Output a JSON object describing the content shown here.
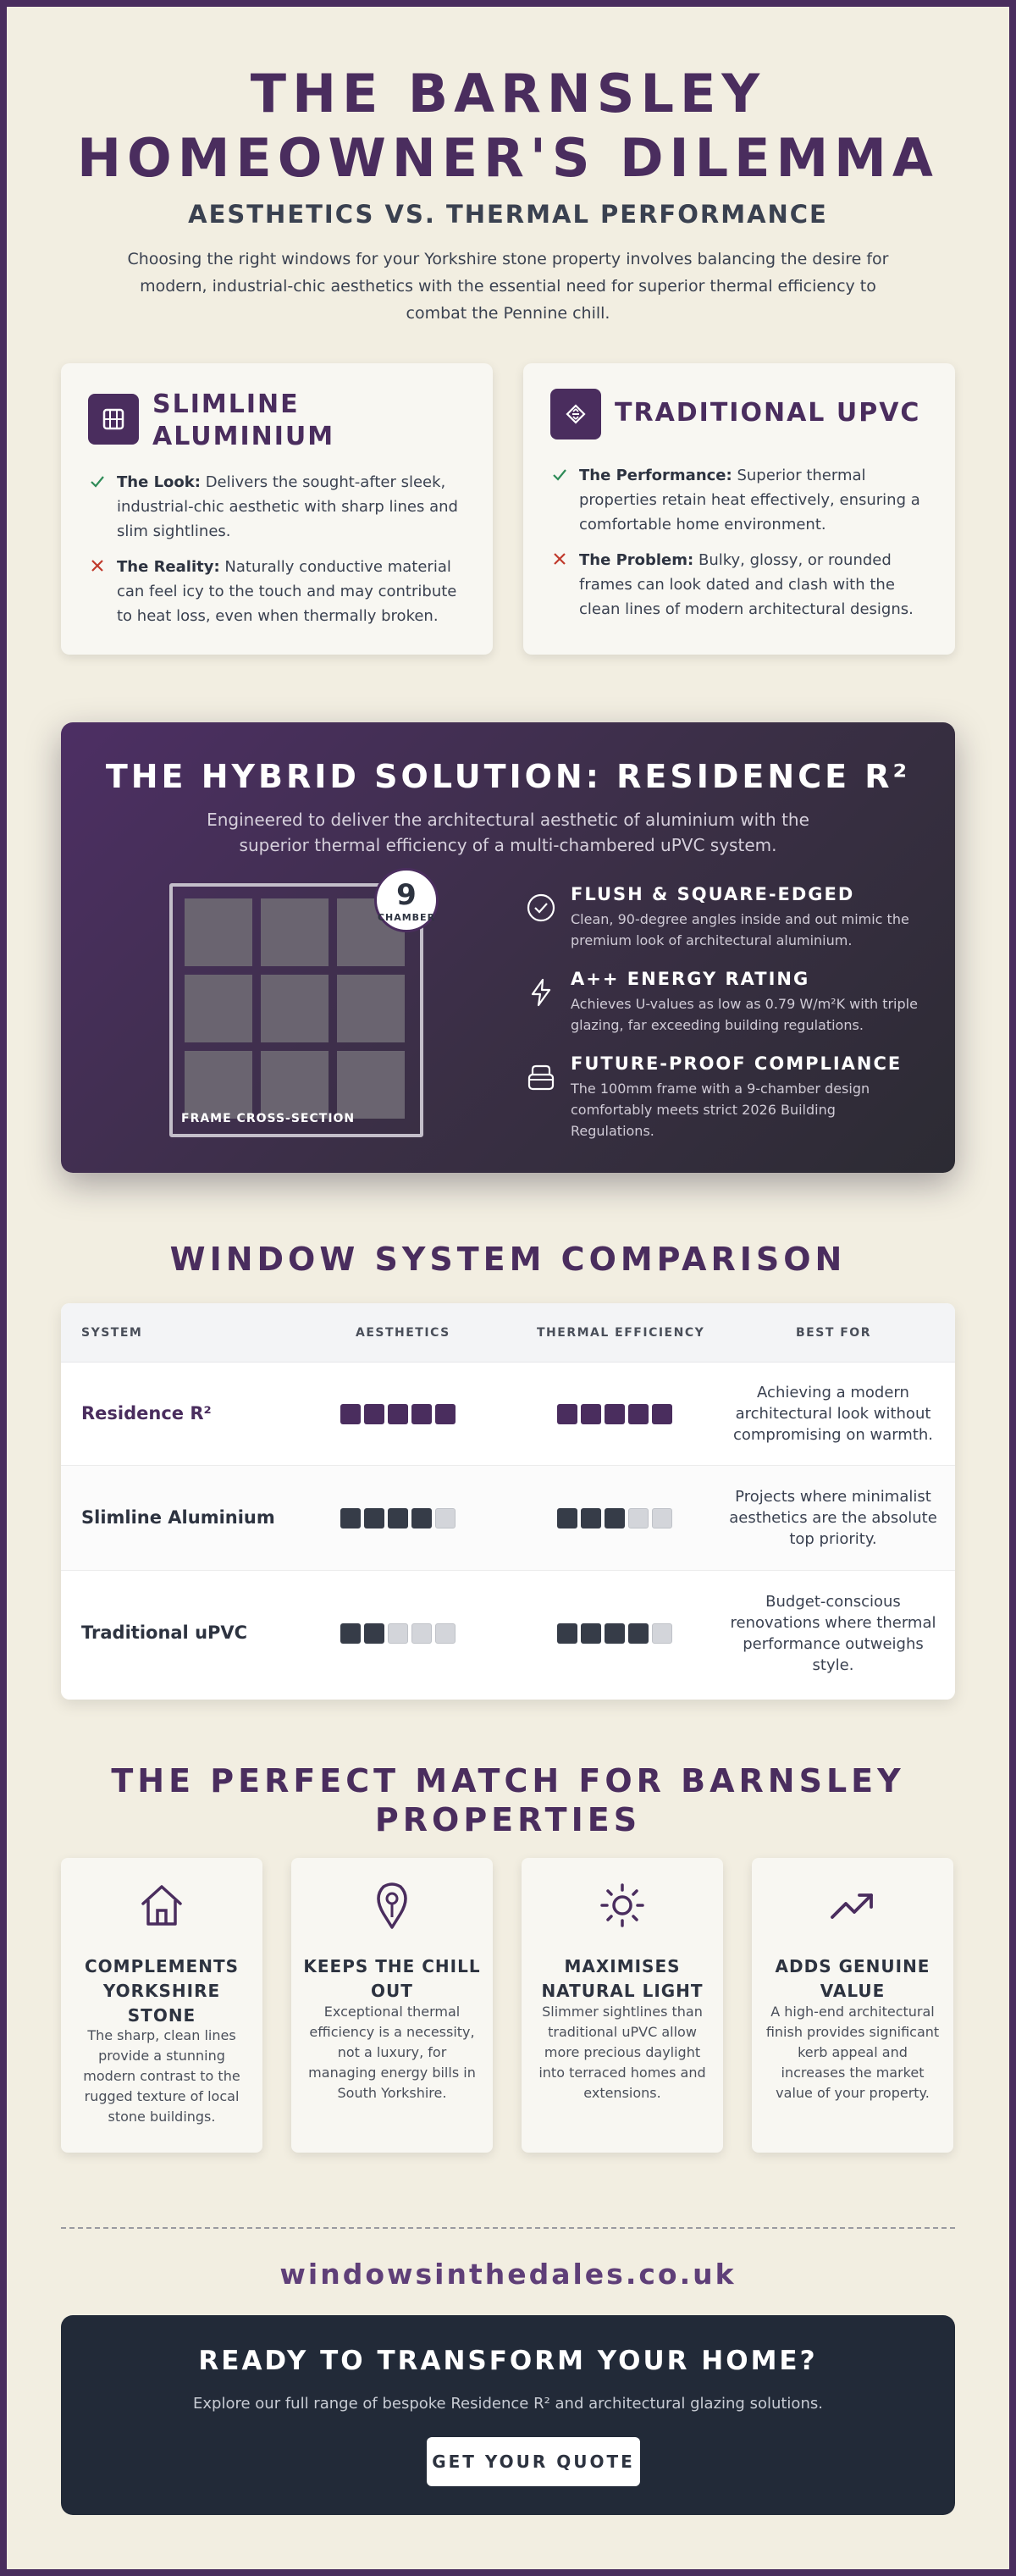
{
  "header": {
    "title_line1": "THE BARNSLEY",
    "title_line2": "HOMEOWNER'S DILEMMA",
    "subtitle": "AESTHETICS VS. THERMAL PERFORMANCE",
    "intro": "Choosing the right windows for your Yorkshire stone property involves balancing the desire for modern, industrial-chic aesthetics with the essential need for superior thermal efficiency to combat the Pennine chill."
  },
  "options": [
    {
      "title": "SLIMLINE ALUMINIUM",
      "icon": "window-frame-icon",
      "rows": [
        {
          "label": "The Look:",
          "text": "Delivers the sought-after sleek, industrial-chic aesthetic with sharp lines and slim sightlines.",
          "status": "check"
        },
        {
          "label": "The Reality:",
          "text": "Naturally conductive material can feel icy to the touch and may contribute to heat loss, even when thermally broken.",
          "status": "cross"
        }
      ]
    },
    {
      "title": "TRADITIONAL UPVC",
      "icon": "diamond-arrows-icon",
      "rows": [
        {
          "label": "The Performance:",
          "text": "Superior thermal properties retain heat effectively, ensuring a comfortable home environment.",
          "status": "check"
        },
        {
          "label": "The Problem:",
          "text": "Bulky, glossy, or rounded frames can look dated and clash with the clean lines of modern architectural designs.",
          "status": "cross"
        }
      ]
    }
  ],
  "hybrid": {
    "title": "THE HYBRID SOLUTION: RESIDENCE R²",
    "subtitle": "Engineered to deliver the architectural aesthetic of aluminium with the superior thermal efficiency of a multi-chambered uPVC system.",
    "frame_label": "FRAME CROSS-SECTION",
    "chamber_number": "9",
    "chamber_label": "CHAMBER",
    "features": [
      {
        "title": "FLUSH & SQUARE-EDGED",
        "desc": "Clean, 90-degree angles inside and out mimic the premium look of architectural aluminium.",
        "icon": "check-circle-icon"
      },
      {
        "title": "A++ ENERGY RATING",
        "desc": "Achieves U-values as low as 0.79 W/m²K with triple glazing, far exceeding building regulations.",
        "icon": "lightning-icon"
      },
      {
        "title": "FUTURE-PROOF COMPLIANCE",
        "desc": "The 100mm frame with a 9-chamber design comfortably meets strict 2026 Building Regulations.",
        "icon": "archive-box-icon"
      }
    ]
  },
  "comparison": {
    "title": "WINDOW SYSTEM COMPARISON",
    "headers": [
      "SYSTEM",
      "AESTHETICS",
      "THERMAL EFFICIENCY",
      "BEST FOR"
    ],
    "rows": [
      {
        "system": "Residence R²",
        "aesthetics": 5,
        "thermal": 5,
        "best_for": "Achieving a modern architectural look without compromising on warmth."
      },
      {
        "system": "Slimline Aluminium",
        "aesthetics": 4,
        "thermal": 3,
        "best_for": "Projects where minimalist aesthetics are the absolute top priority."
      },
      {
        "system": "Traditional uPVC",
        "aesthetics": 2,
        "thermal": 4,
        "best_for": "Budget-conscious renovations where thermal performance outweighs style."
      }
    ],
    "max_rating": 5
  },
  "perfect_match": {
    "title": "THE PERFECT MATCH FOR BARNSLEY PROPERTIES",
    "cards": [
      {
        "title": "COMPLEMENTS YORKSHIRE STONE",
        "desc": "The sharp, clean lines provide a stunning modern contrast to the rugged texture of local stone buildings.",
        "icon": "house-icon"
      },
      {
        "title": "KEEPS THE CHILL OUT",
        "desc": "Exceptional thermal efficiency is a necessity, not a luxury, for managing energy bills in South Yorkshire.",
        "icon": "thermometer-icon"
      },
      {
        "title": "MAXIMISES NATURAL LIGHT",
        "desc": "Slimmer sightlines than traditional uPVC allow more precious daylight into terraced homes and extensions.",
        "icon": "sun-icon"
      },
      {
        "title": "ADDS GENUINE VALUE",
        "desc": "A high-end architectural finish provides significant kerb appeal and increases the market value of your property.",
        "icon": "trending-up-icon"
      }
    ]
  },
  "footer": {
    "website": "windowsinthedales.co.uk",
    "cta_title": "READY TO TRANSFORM YOUR HOME?",
    "cta_subtitle": "Explore our full range of bespoke Residence R² and architectural glazing solutions.",
    "cta_button": "GET YOUR QUOTE"
  },
  "colors": {
    "brand_purple": "#4a2d5e",
    "background": "#f2eee1",
    "dark": "#222a38",
    "check_green": "#2e8b57",
    "cross_red": "#c0392b",
    "bar_accent": "#4a2d5e",
    "bar_dark": "#363c48",
    "bar_empty": "#d3d5da"
  }
}
